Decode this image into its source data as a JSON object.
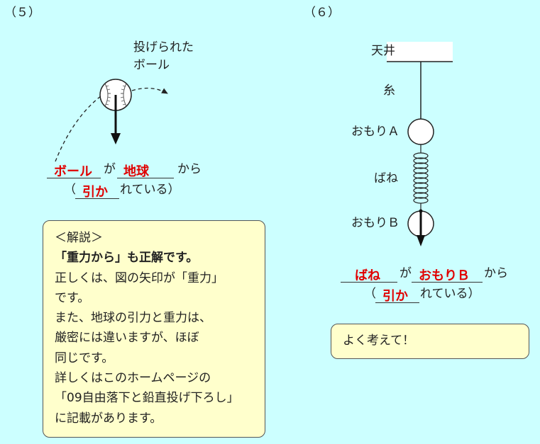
{
  "problem5": {
    "number": "（５）",
    "ball_label_line1": "投げられた",
    "ball_label_line2": "ボール",
    "answer_subject": "ボール",
    "particle_ga": "が",
    "answer_source": "地球",
    "particle_kara": "から",
    "paren_open": "（",
    "answer_verb": "引か",
    "suffix": "れている）"
  },
  "explanation": {
    "lines": [
      "＜解説＞",
      "「重力から」も正解です。",
      "正しくは、図の矢印が「重力」",
      "です。",
      "また、地球の引力と重力は、",
      "厳密には違いますが、ほぼ",
      "同じです。",
      "詳しくはこのホームページの",
      "「09自由落下と鉛直投げ下ろし」",
      "に記載があります。"
    ]
  },
  "problem6": {
    "number": "（６）",
    "ceiling_label": "天井",
    "string_label": "糸",
    "weight_a_label": "おもりＡ",
    "spring_label": "ばね",
    "weight_b_label": "おもりＢ",
    "answer_subject": "ばね",
    "particle_ga": "が",
    "answer_source": "おもりＢ",
    "particle_kara": "から",
    "paren_open": "（",
    "answer_verb": "引か",
    "suffix": "れている）"
  },
  "hint": {
    "text": "よく考えて！"
  }
}
